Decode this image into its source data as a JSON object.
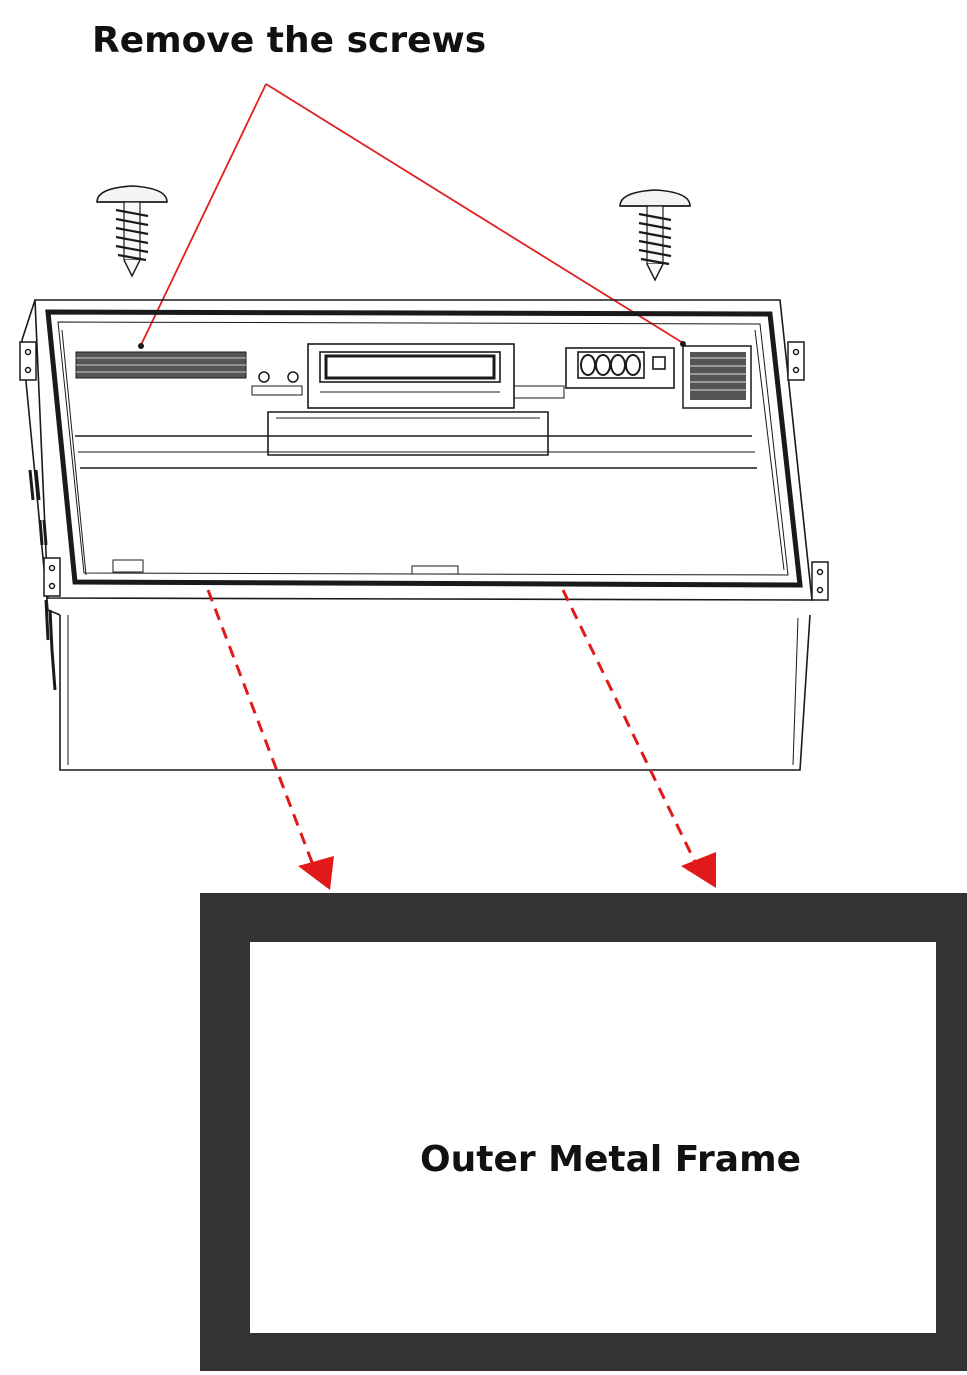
{
  "callout": {
    "text": "Remove the screws",
    "color": "#e02020"
  },
  "frame_label": {
    "text": "Outer Metal Frame"
  },
  "colors": {
    "frame": "#333333",
    "arrow": "#e01a1a",
    "line": "#1a1a1a",
    "background": "#ffffff"
  },
  "parts": {
    "screws": [
      "screw-left-icon",
      "screw-right-icon"
    ],
    "unit": "fireplace-insert-diagram",
    "frame": "outer-metal-frame"
  }
}
